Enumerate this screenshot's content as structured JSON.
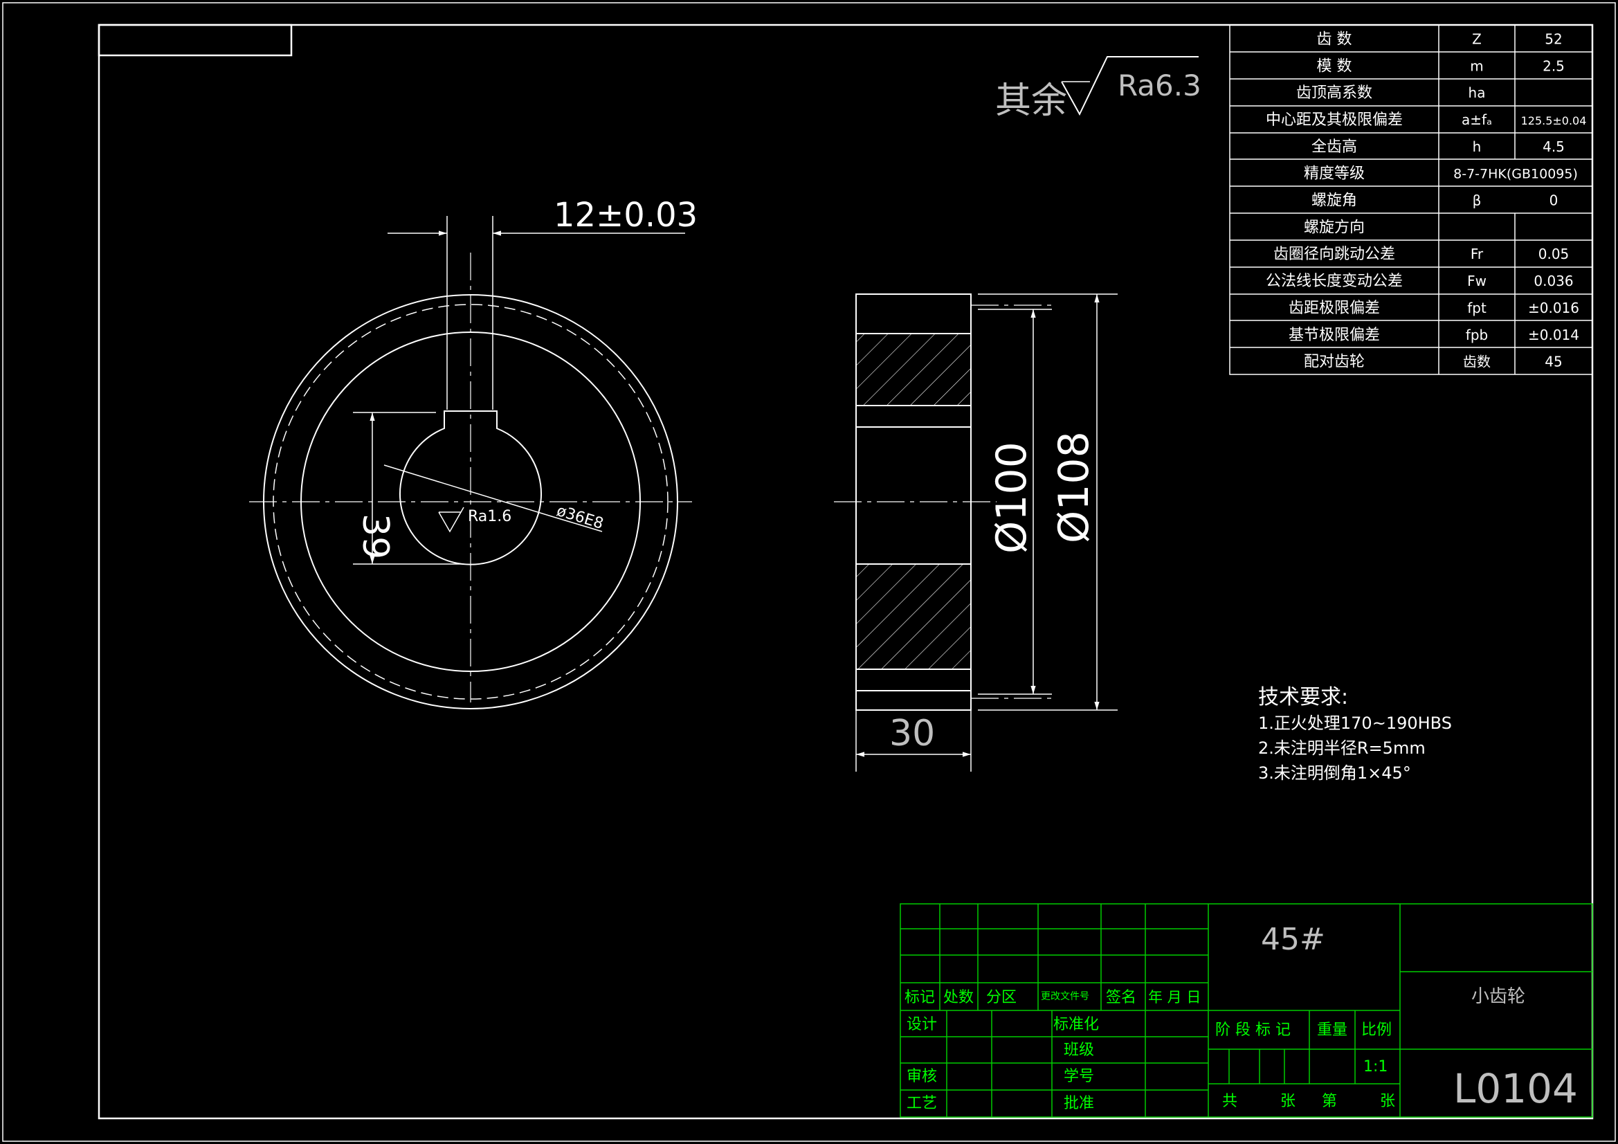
{
  "surface_note": {
    "text": "其余",
    "ra": "Ra6.3"
  },
  "front_view": {
    "keyway_width": "12±0.03",
    "keyway_depth": "39",
    "bore_roughness": "Ra1.6",
    "bore_diameter": "ø36E8"
  },
  "side_view": {
    "inner_diameter": "Ø100",
    "outer_diameter": "Ø108",
    "width": "30"
  },
  "params_table": [
    {
      "name": "齿  数",
      "symbol": "Z",
      "value": "52"
    },
    {
      "name": "模  数",
      "symbol": "m",
      "value": "2.5"
    },
    {
      "name": "齿顶高系数",
      "symbol": "ha",
      "value": ""
    },
    {
      "name": "中心距及其极限偏差",
      "symbol": "a±fₐ",
      "value": "125.5±0.04"
    },
    {
      "name": "全齿高",
      "symbol": "h",
      "value": "4.5"
    },
    {
      "name": "精度等级",
      "symbol": "8-7-7HK(GB10095)",
      "value": ""
    },
    {
      "name": "螺旋角",
      "symbol": "β",
      "value": "0"
    },
    {
      "name": "螺旋方向",
      "symbol": "",
      "value": ""
    },
    {
      "name": "齿圈径向跳动公差",
      "symbol": "Fr",
      "value": "0.05"
    },
    {
      "name": "公法线长度变动公差",
      "symbol": "Fw",
      "value": "0.036"
    },
    {
      "name": "齿距极限偏差",
      "symbol": "fpt",
      "value": "±0.016"
    },
    {
      "name": "基节极限偏差",
      "symbol": "fpb",
      "value": "±0.014"
    },
    {
      "name": "配对齿轮",
      "symbol": "齿数",
      "value": "45"
    }
  ],
  "tech_requirements": {
    "title": "技术要求:",
    "items": [
      "1.正火处理170~190HBS",
      "2.未注明半径R=5mm",
      "3.未注明倒角1×45°"
    ]
  },
  "title_block": {
    "material": "45#",
    "part_name": "小齿轮",
    "drawing_number": "L0104",
    "scale": "1:1",
    "headers": {
      "mark": "标记",
      "count": "处数",
      "zone": "分区",
      "doc_no": "更改文件号",
      "sign": "签名",
      "date": "年 月 日"
    },
    "labels": {
      "design": "设计",
      "standardize": "标准化",
      "class": "班级",
      "student_no": "学号",
      "review": "审核",
      "process": "工艺",
      "approve": "批准",
      "stage_mark": "阶 段 标 记",
      "weight": "重量",
      "scale_label": "比例",
      "total": "共",
      "sheets": "张",
      "sheet_no": "第",
      "sheet_unit": "张"
    }
  },
  "colors": {
    "background": "#000000",
    "drawing": "#ffffff",
    "title_block": "#00cc00"
  }
}
